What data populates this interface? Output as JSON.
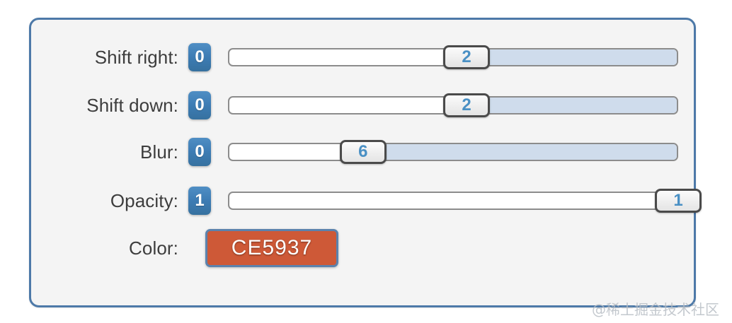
{
  "panel": {
    "accent_border_color": "#4d79a8",
    "background_color": "#f4f4f4"
  },
  "rows": [
    {
      "label": "Shift right:",
      "badge_value": "0",
      "slider": {
        "thumb_value": "2",
        "thumb_percent": 53,
        "fill_percent": 47
      }
    },
    {
      "label": "Shift down:",
      "badge_value": "0",
      "slider": {
        "thumb_value": "2",
        "thumb_percent": 53,
        "fill_percent": 47
      }
    },
    {
      "label": "Blur:",
      "badge_value": "0",
      "slider": {
        "thumb_value": "6",
        "thumb_percent": 30,
        "fill_percent": 70
      }
    },
    {
      "label": "Opacity:",
      "badge_value": "1",
      "slider": {
        "thumb_value": "1",
        "thumb_percent": 100,
        "fill_percent": 0
      }
    }
  ],
  "color_row": {
    "label": "Color:",
    "swatch_value": "CE5937",
    "swatch_color": "#ce5937",
    "swatch_border_color": "#5b82ad"
  },
  "watermark": {
    "text": "@稀土掘金技术社区"
  }
}
